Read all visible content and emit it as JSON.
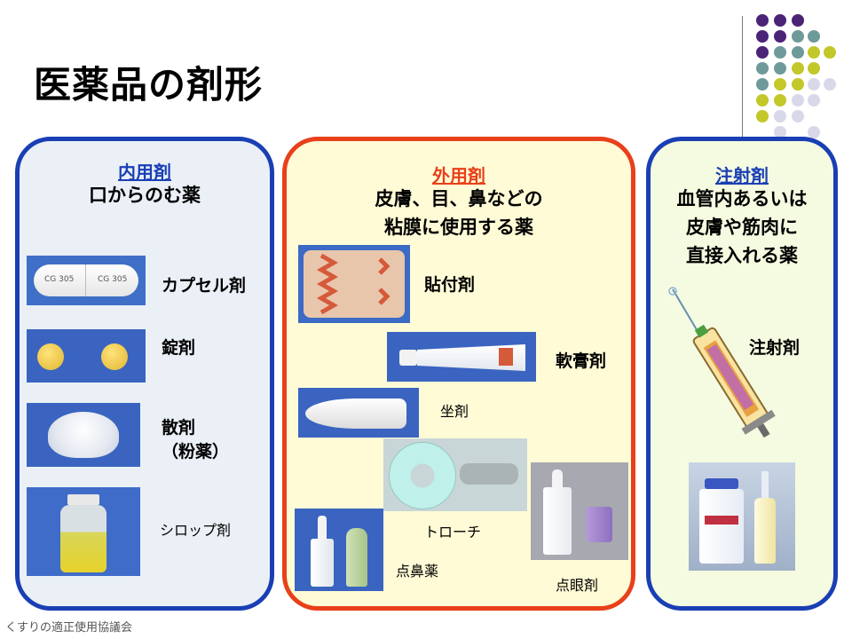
{
  "title": "医薬品の剤形",
  "footer": "くすりの適正使用協議会",
  "colors": {
    "accent_blue": "#1a3fb4",
    "accent_red": "#e8401a",
    "dot_purple": "#4b2377",
    "dot_teal": "#6f9a9a",
    "dot_yellow": "#c3c72a",
    "dot_lavender": "#d8d8e8"
  },
  "internal": {
    "heading": "内用剤",
    "description_lines": [
      "口からのむ薬"
    ],
    "items": [
      {
        "label": "カプセル剤"
      },
      {
        "label": "錠剤"
      },
      {
        "label": "散剤"
      },
      {
        "label": "（粉薬）"
      },
      {
        "label": "シロップ剤"
      }
    ],
    "capsule_print": "CG 305"
  },
  "external": {
    "heading": "外用剤",
    "description_lines": [
      "皮膚、目、鼻などの",
      "粘膜に使用する薬"
    ],
    "items": [
      {
        "label": "貼付剤"
      },
      {
        "label": "軟膏剤"
      },
      {
        "label": "坐剤"
      },
      {
        "label": "トローチ"
      },
      {
        "label": "点鼻薬"
      },
      {
        "label": "点眼剤"
      }
    ]
  },
  "injection": {
    "heading": "注射剤",
    "description_lines": [
      "血管内あるいは",
      "皮膚や筋肉に",
      "直接入れる薬"
    ],
    "items": [
      {
        "label": "注射剤"
      }
    ]
  }
}
